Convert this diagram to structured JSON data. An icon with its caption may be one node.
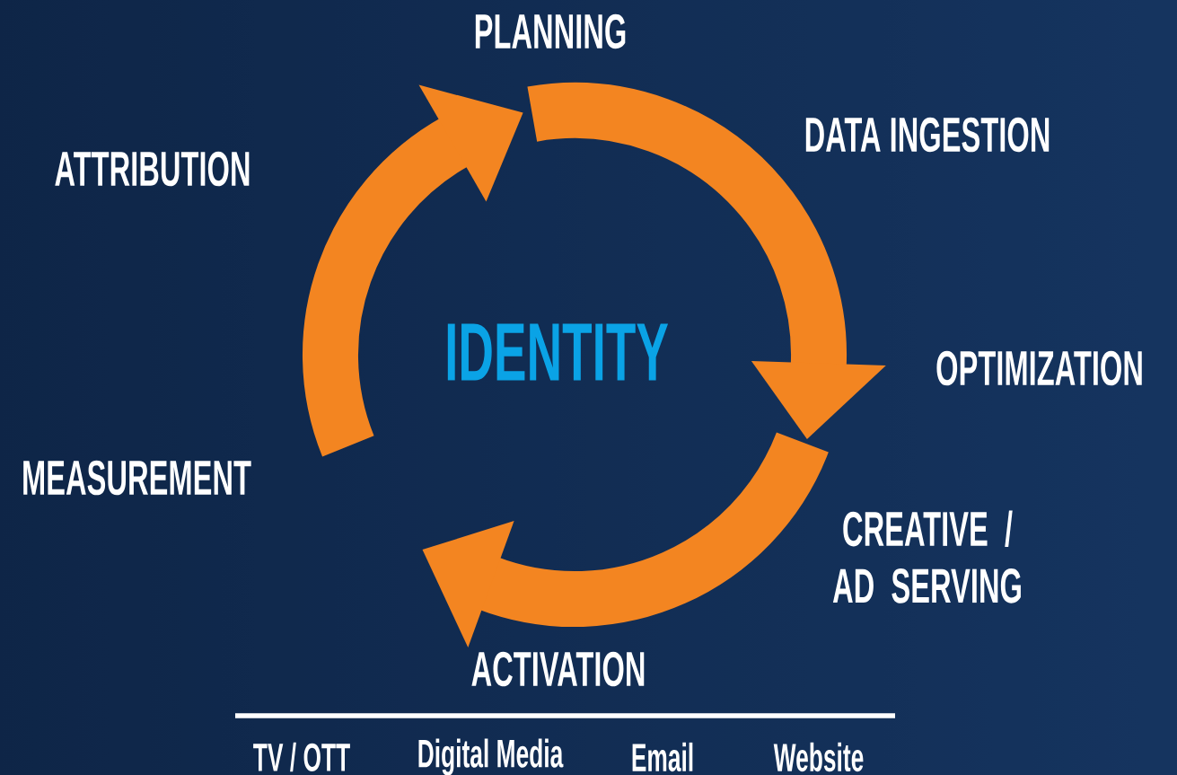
{
  "diagram": {
    "labels": [
      "PLANNING",
      "DATA INGESTION",
      "OPTIMIZATION",
      "CREATIVE / AD SERVING",
      "ACTIVATION",
      "MEASUREMENT",
      "ATTRIBUTION",
      "IDENTITY",
      "TV / OTT",
      "Digital Media",
      "Email",
      "Website"
    ]
  }
}
